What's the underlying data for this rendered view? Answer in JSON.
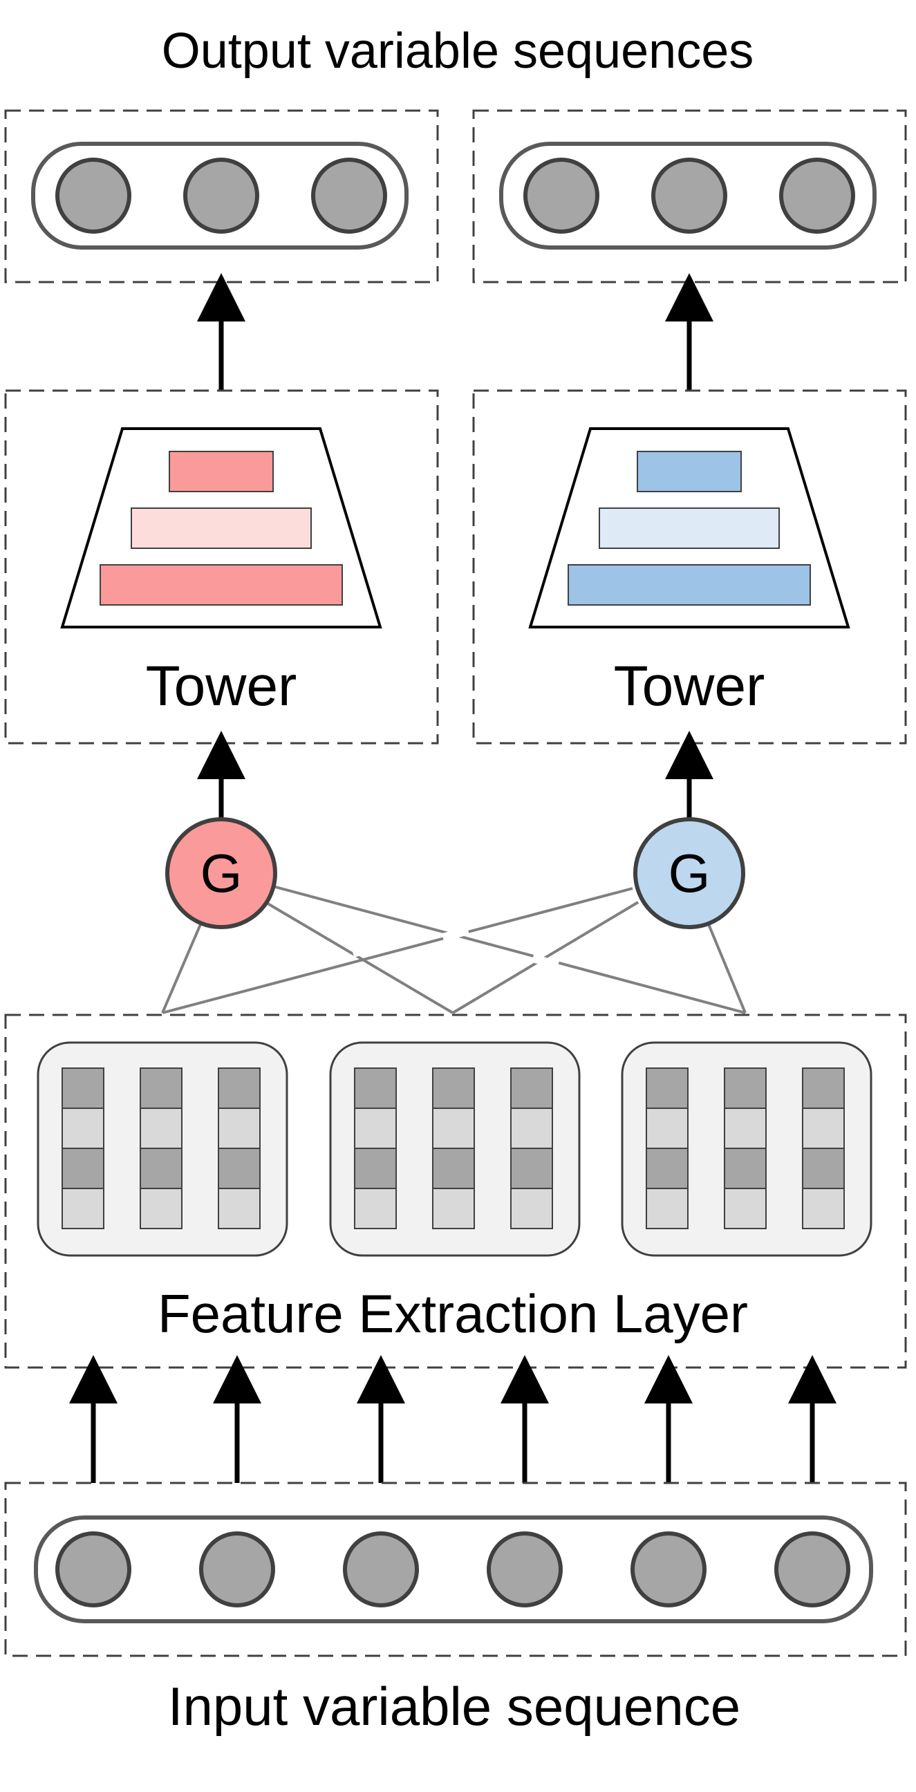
{
  "title_top": "Output variable sequences",
  "title_bottom": "Input variable sequence",
  "towers": [
    {
      "label": "Tower",
      "accent": "#fa9a9a",
      "accent_light": "#fddcdc"
    },
    {
      "label": "Tower",
      "accent": "#9dc3e6",
      "accent_light": "#deeaf6"
    }
  ],
  "gates": [
    {
      "label": "G",
      "fill": "#fa9a9a"
    },
    {
      "label": "G",
      "fill": "#bdd7ee"
    }
  ],
  "feature_layer_label": "Feature Extraction Layer",
  "colors": {
    "node_fill": "#a6a6a6",
    "node_stroke": "#404040",
    "frame_stroke": "#404040",
    "expert_bg": "#f2f2f2",
    "cell_dark": "#a6a6a6",
    "cell_light": "#d9d9d9",
    "gate_line": "#808080"
  }
}
